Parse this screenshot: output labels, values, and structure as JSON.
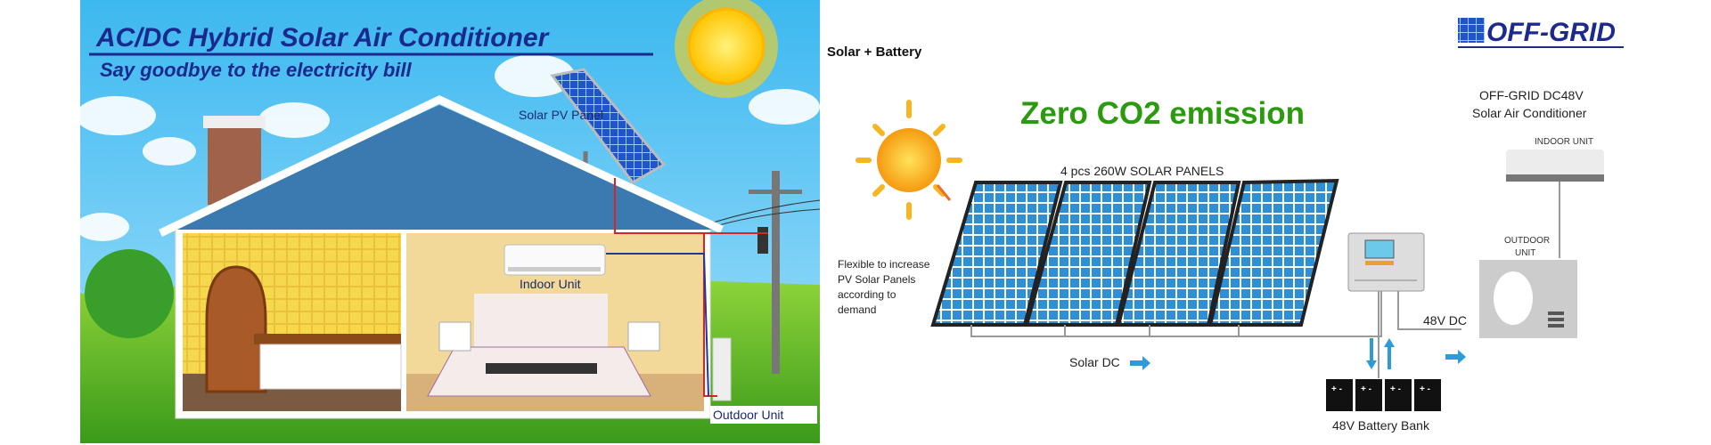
{
  "left_panel": {
    "title": "AC/DC Hybrid Solar Air Conditioner",
    "subtitle": "Say goodbye to the electricity bill",
    "labels": {
      "solar_pv_panel": "Solar PV Panel",
      "indoor_unit": "Indoor Unit",
      "outdoor_unit": "Outdoor Unit"
    }
  },
  "right_panel": {
    "heading": "Solar + Battery",
    "logo": "OFF-GRID",
    "headline": "Zero CO2 emission",
    "product_line1": "OFF-GRID DC48V",
    "product_line2": "Solar Air Conditioner",
    "indoor_unit": "INDOOR UNIT",
    "outdoor_unit_line1": "OUTDOOR",
    "outdoor_unit_line2": "UNIT",
    "panels_label": "4 pcs 260W SOLAR PANELS",
    "flexible_lines": [
      "Flexible to increase",
      "PV Solar Panels",
      "according to",
      "demand"
    ],
    "solar_dc": "Solar DC",
    "dc48": "48V DC",
    "battery_bank": "48V Battery Bank",
    "battery_terminal": "+ -",
    "colors": {
      "headline": "#2a9a0e",
      "logo": "#1c2a8c",
      "panel": "#2e8fd6",
      "arrow": "#2e9ad8"
    }
  }
}
